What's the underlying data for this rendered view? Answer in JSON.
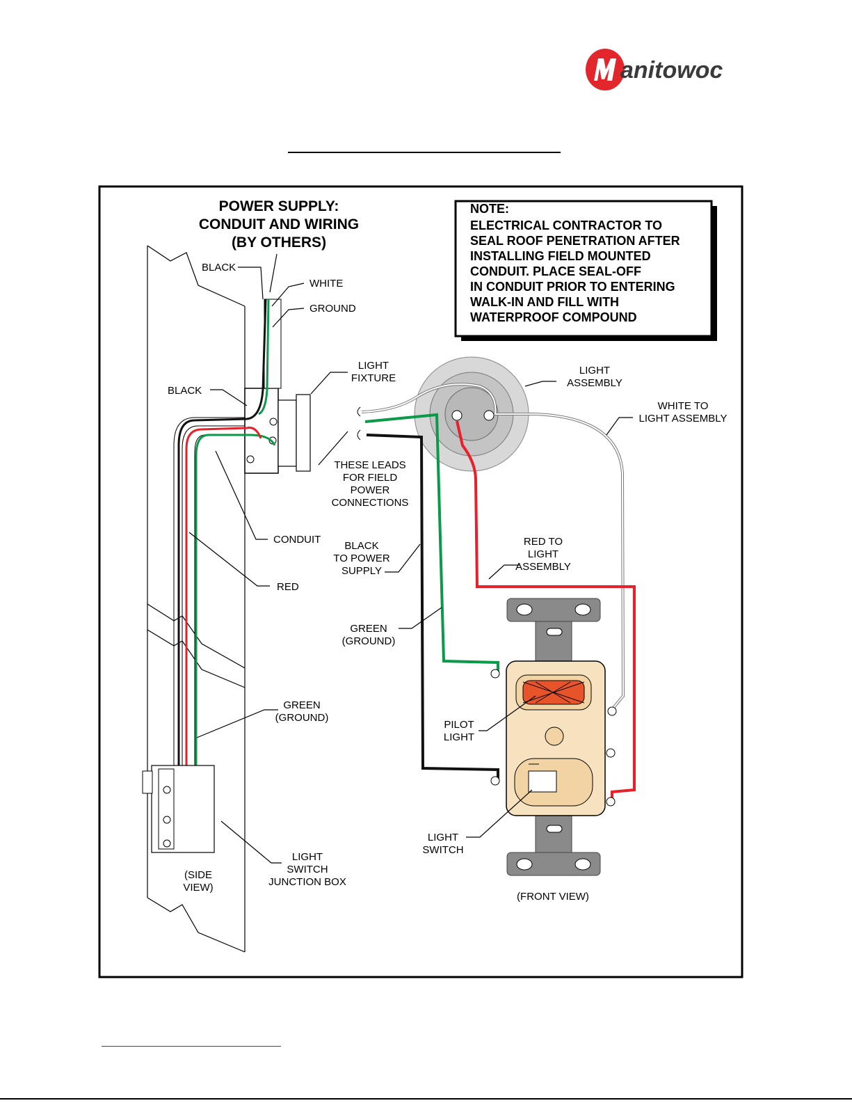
{
  "logo": {
    "text": "Manitowoc",
    "brand_color": "#e3262b",
    "icon": "manitowoc-logo"
  },
  "header": {
    "lines": [
      "POWER SUPPLY:",
      "CONDUIT AND WIRING",
      "(BY OTHERS)"
    ]
  },
  "note": {
    "lines": [
      "NOTE:",
      "ELECTRICAL CONTRACTOR TO",
      "SEAL ROOF PENETRATION AFTER",
      "INSTALLING FIELD MOUNTED",
      "CONDUIT.  PLACE SEAL-OFF",
      "IN CONDUIT PRIOR TO ENTERING",
      "WALK-IN AND FILL WITH",
      "WATERPROOF COMPOUND"
    ]
  },
  "labels": {
    "black_top": "BLACK",
    "white_top": "WHITE",
    "ground_top": "GROUND",
    "black_mid": "BLACK",
    "light_fixture": [
      "LIGHT",
      "FIXTURE"
    ],
    "light_assembly": [
      "LIGHT",
      "ASSEMBLY"
    ],
    "white_to_light": [
      "WHITE TO",
      "LIGHT ASSEMBLY"
    ],
    "these_leads": [
      "THESE LEADS",
      "FOR FIELD",
      "POWER",
      "CONNECTIONS"
    ],
    "conduit": "CONDUIT",
    "black_to_power": [
      "BLACK",
      "TO POWER",
      "SUPPLY"
    ],
    "red_to_light": [
      "RED TO",
      "LIGHT",
      "ASSEMBLY"
    ],
    "red": "RED",
    "green_ground_mid": [
      "GREEN",
      "(GROUND)"
    ],
    "green_ground_left": [
      "GREEN",
      "(GROUND)"
    ],
    "pilot_light": [
      "PILOT",
      "LIGHT"
    ],
    "light_switch": [
      "LIGHT",
      "SWITCH"
    ],
    "junction_box": [
      "LIGHT",
      "SWITCH",
      "JUNCTION BOX"
    ],
    "side_view": [
      "(SIDE",
      "VIEW)"
    ],
    "front_view": "(FRONT VIEW)"
  },
  "wire_colors": {
    "black": "#111111",
    "white": "#ffffff",
    "green": "#0a9a4a",
    "red": "#e8202a",
    "switch_body": "#f7e2c0",
    "pilot_glow": "#e8542a",
    "plate": "#8a8a8a",
    "fixture": "#c8c8c8"
  }
}
